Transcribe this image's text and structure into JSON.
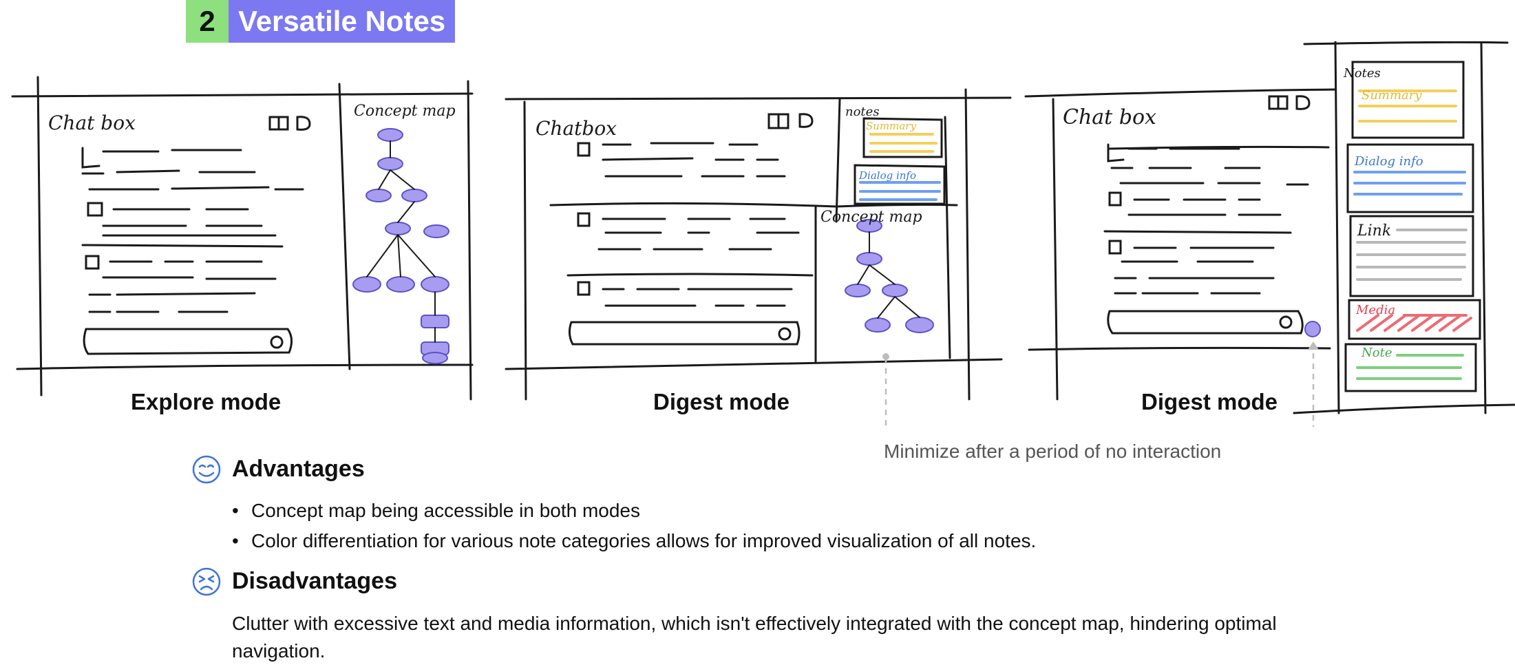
{
  "header": {
    "number": "2",
    "title": "Versatile Notes"
  },
  "sketches": {
    "explore": {
      "chatbox": "Chat box",
      "concept_map": "Concept map"
    },
    "digest": {
      "chatbox": "Chatbox",
      "notes": "notes",
      "summary": "Summary",
      "dialog_info": "Dialog info",
      "concept_map": "Concept map"
    },
    "digest_min": {
      "chatbox": "Chat box",
      "notes": "Notes",
      "summary": "Summary",
      "dialog_info": "Dialog info",
      "link": "Link",
      "media": "Media",
      "note": "Note"
    }
  },
  "modes": {
    "explore": "Explore mode",
    "digest": "Digest mode",
    "digest_min": "Digest mode"
  },
  "minimize_note": "Minimize after a period of no interaction",
  "advantages": {
    "title": "Advantages",
    "items": [
      "Concept map being accessible in both modes",
      "Color differentiation for various note categories allows for improved visualization of all notes."
    ]
  },
  "disadvantages": {
    "title": "Disadvantages",
    "text": "Clutter with excessive text and media information, which isn't effectively integrated with the concept map, hindering optimal navigation."
  },
  "colors": {
    "header_number_bg": "#8ee07e",
    "header_title_bg": "#7b78f2",
    "concept_node": "#a89cf0",
    "summary": "#f4cf5a",
    "dialog": "#6f9ff0",
    "media": "#ee6a72",
    "note": "#7ccf7f",
    "link": "#b8b8b8"
  }
}
